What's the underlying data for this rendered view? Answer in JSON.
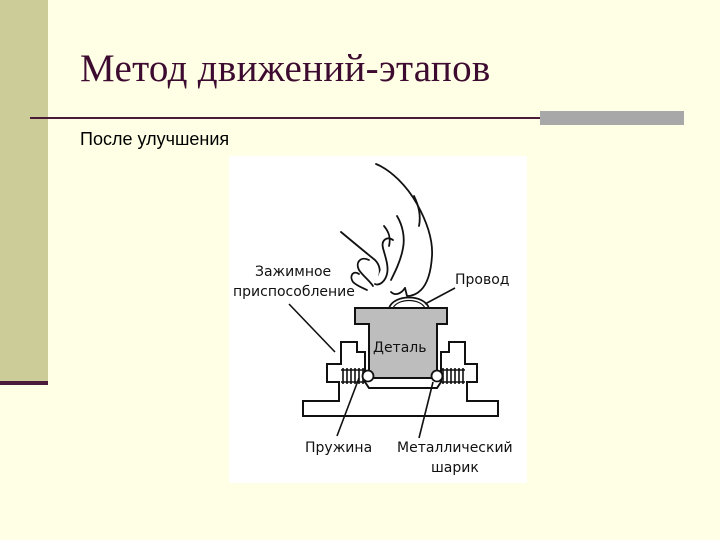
{
  "slide": {
    "title": "Метод движений-этапов",
    "subtitle": "После улучшения"
  },
  "diagram": {
    "labels": {
      "fixture_line1": "Зажимное",
      "fixture_line2": "приспособление",
      "wire": "Провод",
      "part": "Деталь",
      "spring": "Пружина",
      "ball_line1": "Металлический",
      "ball_line2": "шарик"
    }
  },
  "colors": {
    "background": "#FFFFE5",
    "accent_bar": "#CCCC99",
    "title": "#3D0A30",
    "rule": "#4A1A3A",
    "rule_bar": "#A8A8A8",
    "part_fill": "#BDBDBD"
  }
}
